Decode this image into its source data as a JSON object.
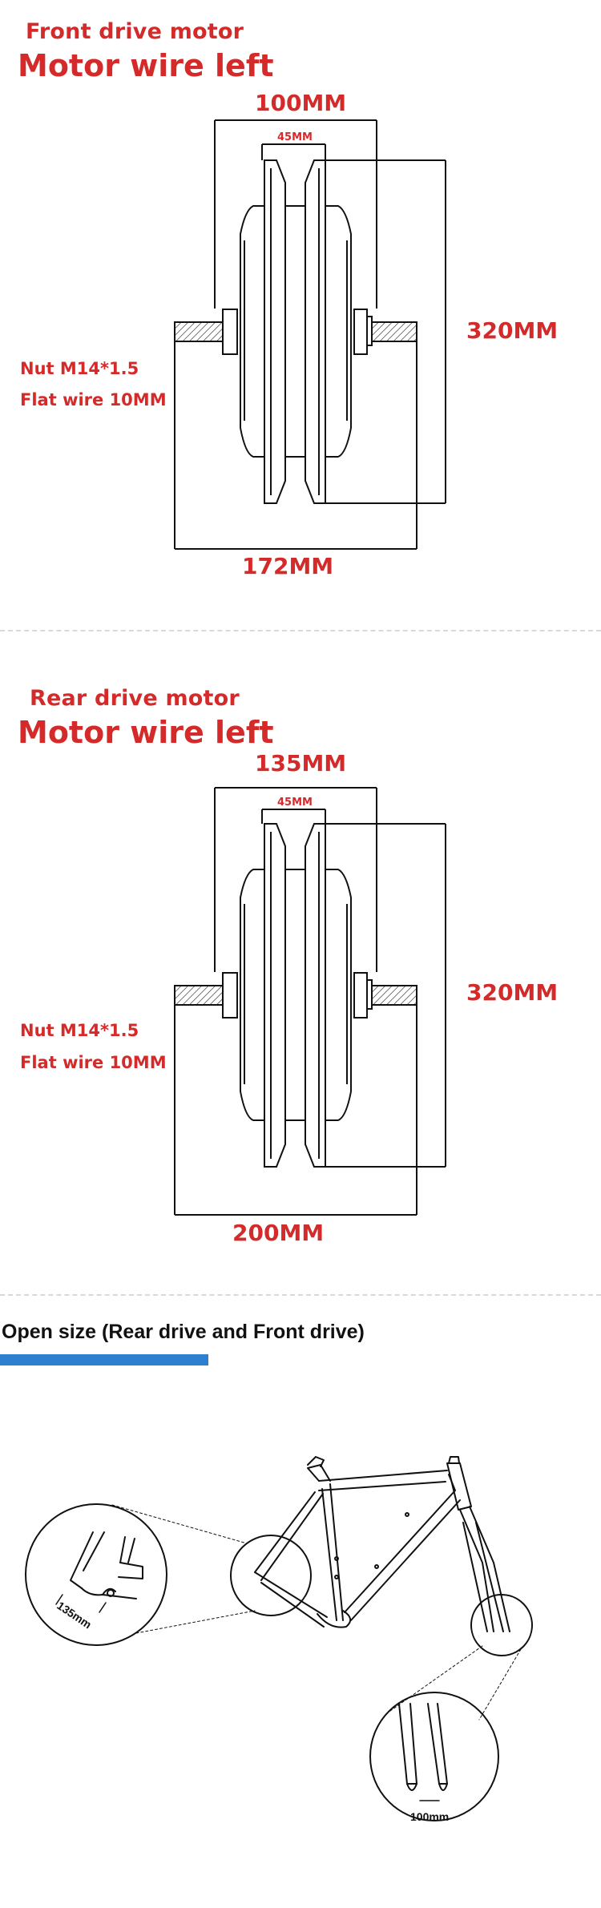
{
  "front": {
    "subtitle": "Front drive motor",
    "title": "Motor wire left",
    "top_width": "100MM",
    "inner_width": "45MM",
    "height": "320MM",
    "total_width": "172MM",
    "nut": "Nut M14*1.5",
    "wire": "Flat wire 10MM"
  },
  "rear": {
    "subtitle": "Rear drive motor",
    "title": "Motor wire left",
    "top_width": "135MM",
    "inner_width": "45MM",
    "height": "320MM",
    "total_width": "200MM",
    "nut": "Nut M14*1.5",
    "wire": "Flat wire 10MM"
  },
  "open_size": {
    "title": "Open size (Rear drive and Front drive)",
    "rear_label": "135mm",
    "front_label": "100mm"
  },
  "colors": {
    "label_red": "#d42a2a",
    "accent_blue": "#2f7fd1",
    "line": "#111111"
  }
}
